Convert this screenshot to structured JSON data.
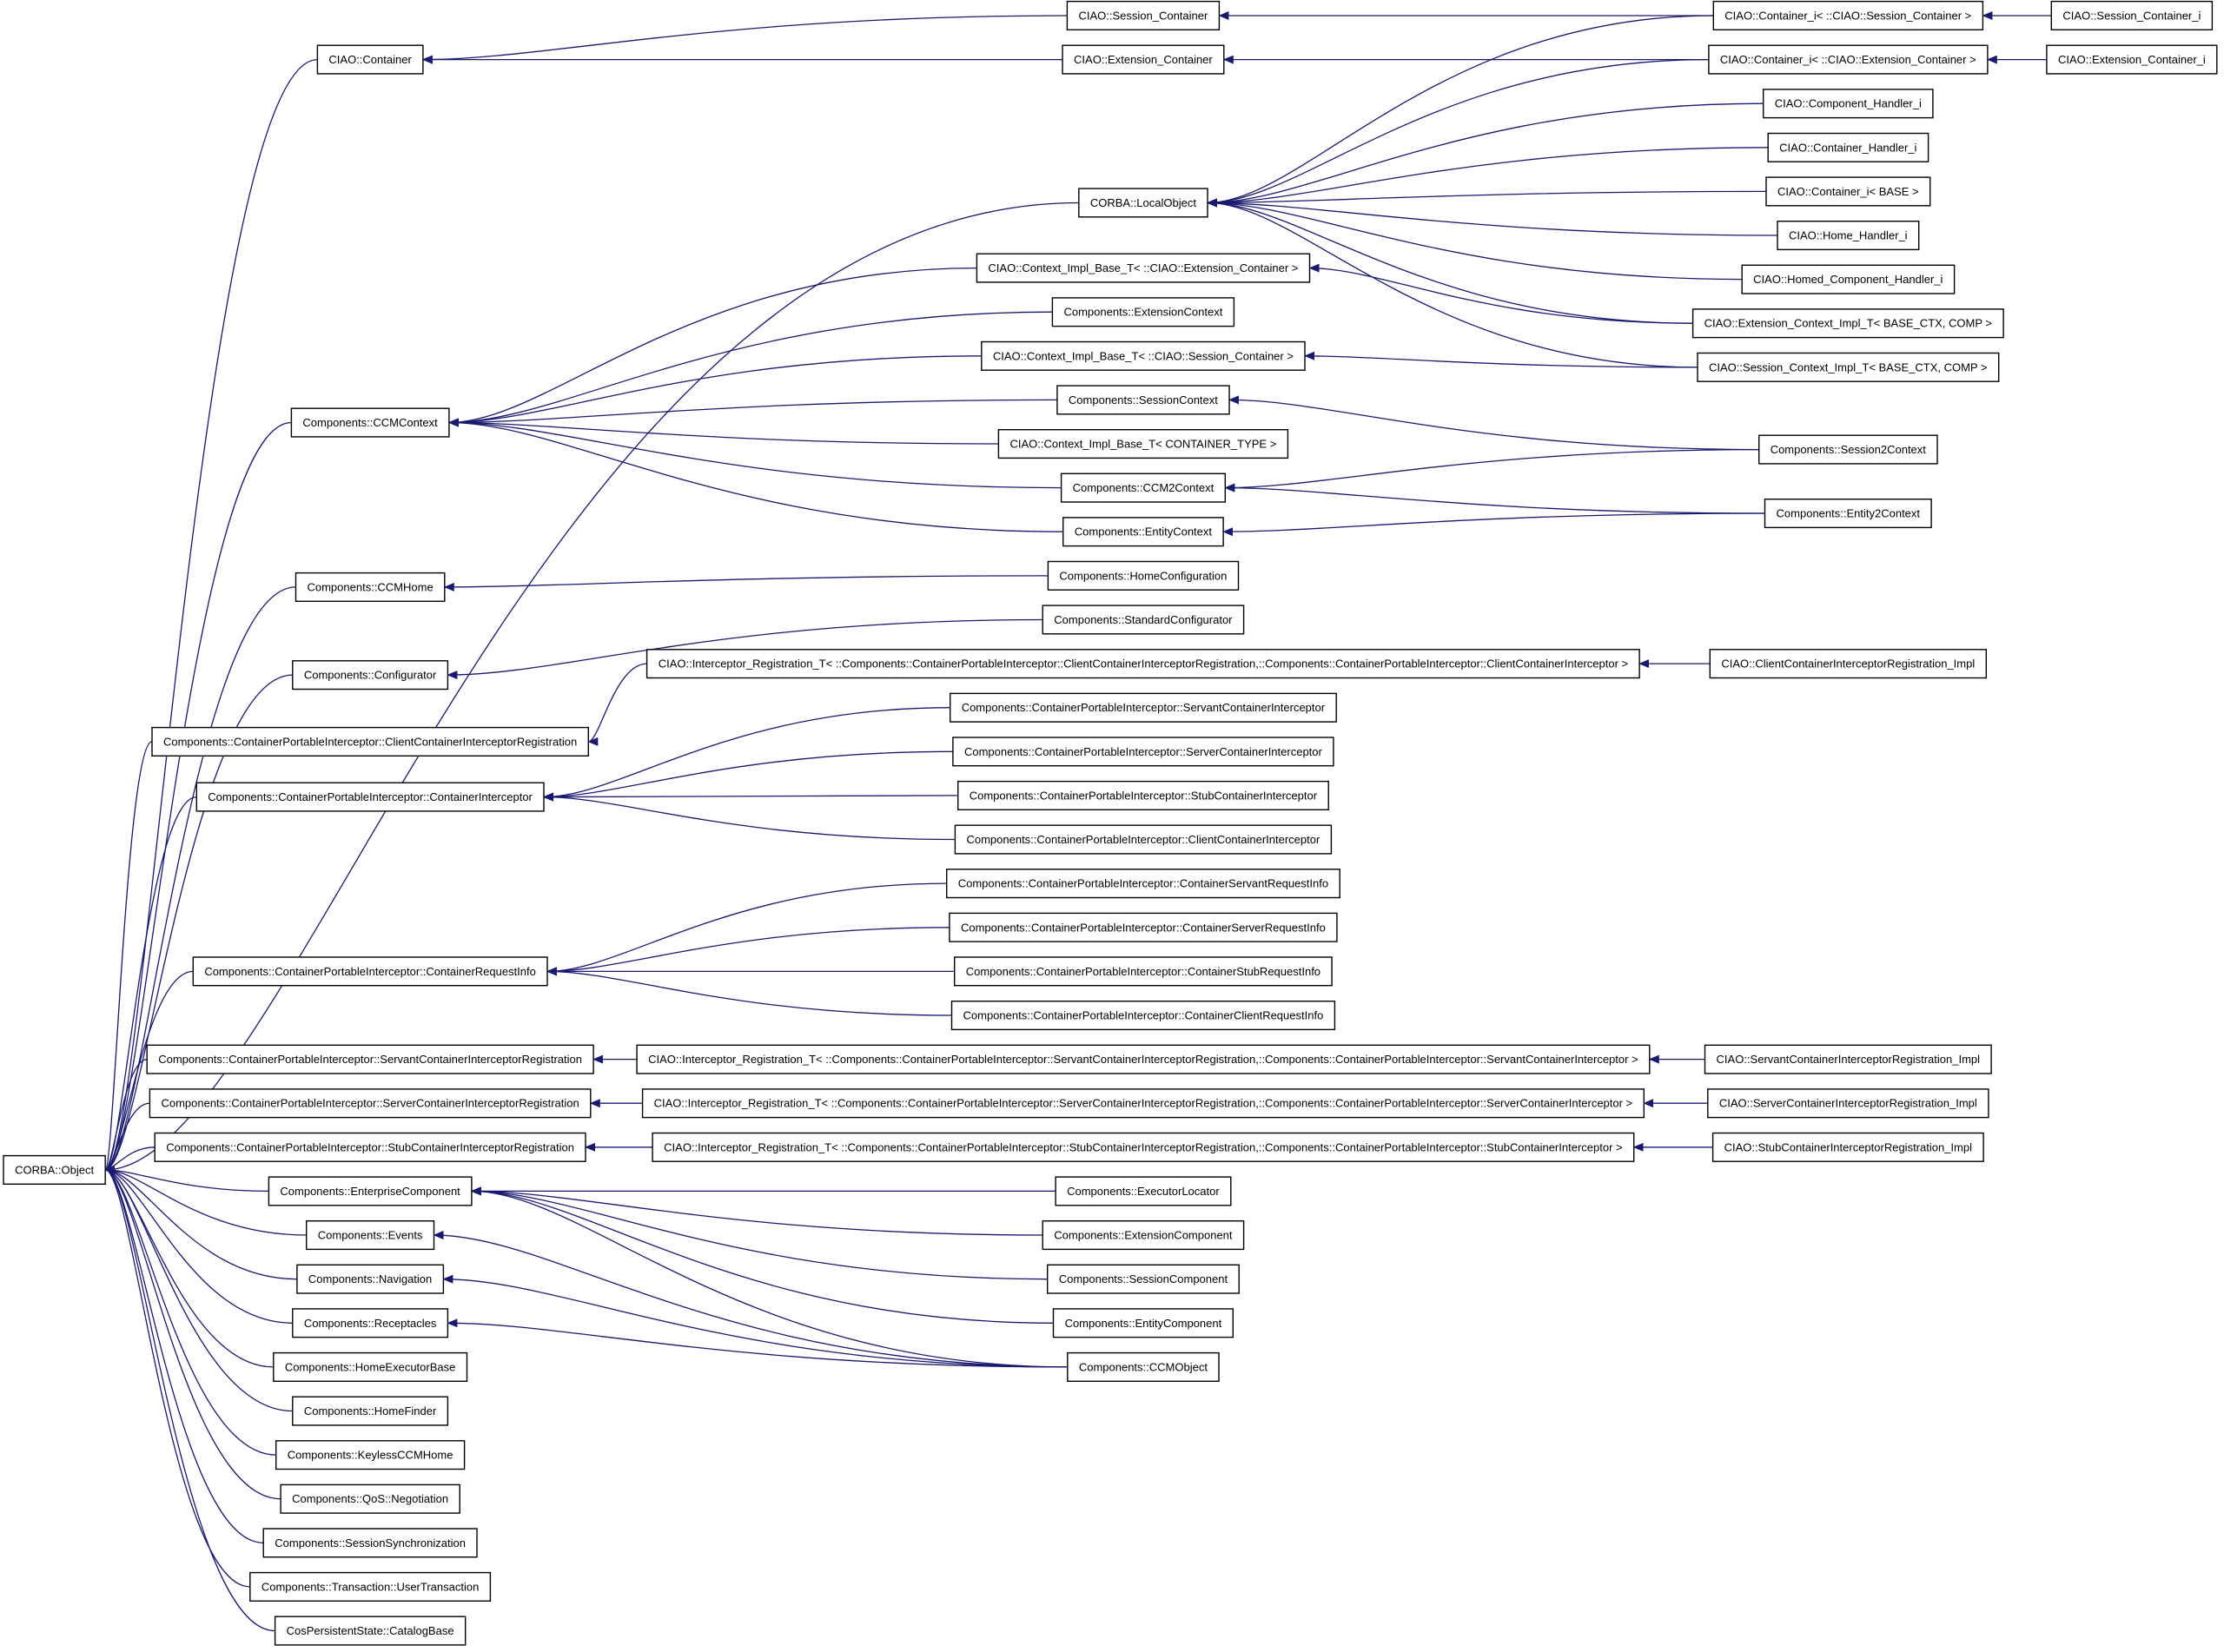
{
  "colors": {
    "edge": "#191970",
    "node_border": "#000000",
    "node_fill": "#ffffff",
    "background": "#ffffff"
  },
  "nodes": {
    "corba_object": "CORBA::Object",
    "ciao_container": "CIAO::Container",
    "ciao_session_container": "CIAO::Session_Container",
    "ciao_extension_container": "CIAO::Extension_Container",
    "container_i_session": "CIAO::Container_i< ::CIAO::Session_Container >",
    "container_i_extension": "CIAO::Container_i< ::CIAO::Extension_Container >",
    "session_container_i": "CIAO::Session_Container_i",
    "extension_container_i": "CIAO::Extension_Container_i",
    "component_handler_i": "CIAO::Component_Handler_i",
    "container_handler_i": "CIAO::Container_Handler_i",
    "container_i_base": "CIAO::Container_i< BASE >",
    "home_handler_i": "CIAO::Home_Handler_i",
    "homed_component_handler_i": "CIAO::Homed_Component_Handler_i",
    "corba_localobject": "CORBA::LocalObject",
    "context_impl_base_ext": "CIAO::Context_Impl_Base_T< ::CIAO::Extension_Container >",
    "extension_context_impl_t": "CIAO::Extension_Context_Impl_T< BASE_CTX, COMP >",
    "extensioncontext": "Components::ExtensionContext",
    "context_impl_base_sess": "CIAO::Context_Impl_Base_T< ::CIAO::Session_Container >",
    "session_context_impl_t": "CIAO::Session_Context_Impl_T< BASE_CTX, COMP >",
    "ccmcontext": "Components::CCMContext",
    "sessioncontext": "Components::SessionContext",
    "context_impl_base_ct": "CIAO::Context_Impl_Base_T< CONTAINER_TYPE >",
    "session2context": "Components::Session2Context",
    "ccm2context": "Components::CCM2Context",
    "entity2context": "Components::Entity2Context",
    "entitycontext": "Components::EntityContext",
    "ccmhome": "Components::CCMHome",
    "homeconfiguration": "Components::HomeConfiguration",
    "standardconfigurator": "Components::StandardConfigurator",
    "configurator": "Components::Configurator",
    "interceptor_reg_client": "CIAO::Interceptor_Registration_T< ::Components::ContainerPortableInterceptor::ClientContainerInterceptorRegistration,::Components::ContainerPortableInterceptor::ClientContainerInterceptor >",
    "client_cir_impl": "CIAO::ClientContainerInterceptorRegistration_Impl",
    "servant_container_interceptor": "Components::ContainerPortableInterceptor::ServantContainerInterceptor",
    "client_cir": "Components::ContainerPortableInterceptor::ClientContainerInterceptorRegistration",
    "server_container_interceptor": "Components::ContainerPortableInterceptor::ServerContainerInterceptor",
    "container_interceptor": "Components::ContainerPortableInterceptor::ContainerInterceptor",
    "stub_container_interceptor": "Components::ContainerPortableInterceptor::StubContainerInterceptor",
    "client_container_interceptor": "Components::ContainerPortableInterceptor::ClientContainerInterceptor",
    "container_servant_request_info": "Components::ContainerPortableInterceptor::ContainerServantRequestInfo",
    "container_server_request_info": "Components::ContainerPortableInterceptor::ContainerServerRequestInfo",
    "container_request_info": "Components::ContainerPortableInterceptor::ContainerRequestInfo",
    "container_stub_request_info": "Components::ContainerPortableInterceptor::ContainerStubRequestInfo",
    "container_client_request_info": "Components::ContainerPortableInterceptor::ContainerClientRequestInfo",
    "servant_cir": "Components::ContainerPortableInterceptor::ServantContainerInterceptorRegistration",
    "interceptor_reg_servant": "CIAO::Interceptor_Registration_T< ::Components::ContainerPortableInterceptor::ServantContainerInterceptorRegistration,::Components::ContainerPortableInterceptor::ServantContainerInterceptor >",
    "servant_cir_impl": "CIAO::ServantContainerInterceptorRegistration_Impl",
    "server_cir": "Components::ContainerPortableInterceptor::ServerContainerInterceptorRegistration",
    "interceptor_reg_server": "CIAO::Interceptor_Registration_T< ::Components::ContainerPortableInterceptor::ServerContainerInterceptorRegistration,::Components::ContainerPortableInterceptor::ServerContainerInterceptor >",
    "server_cir_impl": "CIAO::ServerContainerInterceptorRegistration_Impl",
    "stub_cir": "Components::ContainerPortableInterceptor::StubContainerInterceptorRegistration",
    "interceptor_reg_stub": "CIAO::Interceptor_Registration_T< ::Components::ContainerPortableInterceptor::StubContainerInterceptorRegistration,::Components::ContainerPortableInterceptor::StubContainerInterceptor >",
    "stub_cir_impl": "CIAO::StubContainerInterceptorRegistration_Impl",
    "enterprisecomponent": "Components::EnterpriseComponent",
    "executorlocator": "Components::ExecutorLocator",
    "events": "Components::Events",
    "extensioncomponent": "Components::ExtensionComponent",
    "navigation": "Components::Navigation",
    "sessioncomponent": "Components::SessionComponent",
    "receptacles": "Components::Receptacles",
    "entitycomponent": "Components::EntityComponent",
    "homeexecutorbase": "Components::HomeExecutorBase",
    "ccmobject": "Components::CCMObject",
    "homefinder": "Components::HomeFinder",
    "keylessccmhome": "Components::KeylessCCMHome",
    "qos_negotiation": "Components::QoS::Negotiation",
    "sessionsynchronization": "Components::SessionSynchronization",
    "usertransaction": "Components::Transaction::UserTransaction",
    "catalogbase": "CosPersistentState::CatalogBase"
  }
}
